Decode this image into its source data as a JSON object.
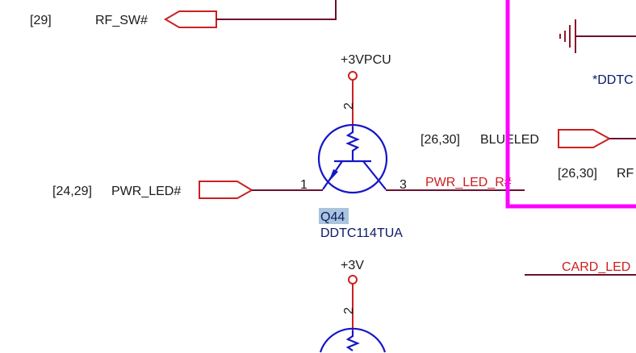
{
  "nets": {
    "rf_sw": {
      "ref": "[29]",
      "name": "RF_SW#"
    },
    "pwr_led": {
      "ref": "[24,29]",
      "name": "PWR_LED#"
    },
    "pwr_led_r": {
      "name": "PWR_LED_R#"
    },
    "blueled": {
      "ref": "[26,30]",
      "name": "BLUELED"
    },
    "rf2": {
      "ref": "[26,30]",
      "name": "RF"
    },
    "card_led": {
      "name": "CARD_LED"
    }
  },
  "rails": {
    "top": "+3VPCU",
    "bottom": "+3V"
  },
  "q44": {
    "ref": "Q44",
    "part": "DDTC114TUA",
    "pin_base": "1",
    "pin_in": "2",
    "pin_out": "3"
  },
  "q_bottom": {
    "pin_in": "2"
  },
  "right_part": {
    "label": "*DDTC"
  },
  "colors": {
    "highlight_box": "#ff00ff",
    "selection": "#a9c4dc"
  }
}
